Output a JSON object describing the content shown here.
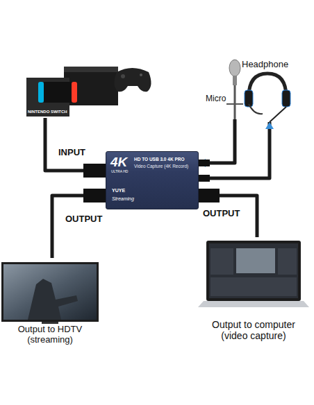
{
  "diagram": {
    "nodes": [
      {
        "text": [
          "NINTENDO SWITCH"
        ]
      },
      {
        "text": [
          "Micro"
        ]
      },
      {
        "text": [
          "Headphone"
        ]
      },
      {
        "text": [
          "4K",
          "ULTRA HD",
          "HD TO USB 3.0 4K PRO",
          "Video Capture (4K Record)",
          "YUYE",
          "Streaming"
        ]
      },
      {
        "text": [
          "Output to HDTV (streaming)"
        ]
      },
      {
        "text": [
          "Output to computer (video capture)"
        ]
      }
    ],
    "edges": [
      {
        "from": 0,
        "to": 3,
        "label": "INPUT",
        "arrow": "to"
      },
      {
        "from": 3,
        "to": 4,
        "label": "OUTPUT",
        "arrow": "none"
      },
      {
        "from": 3,
        "to": 5,
        "label": "OUTPUT",
        "arrow": "none"
      },
      {
        "from": 1,
        "to": 3,
        "arrow": "to"
      },
      {
        "from": 3,
        "to": 2,
        "arrow": "to"
      }
    ]
  }
}
